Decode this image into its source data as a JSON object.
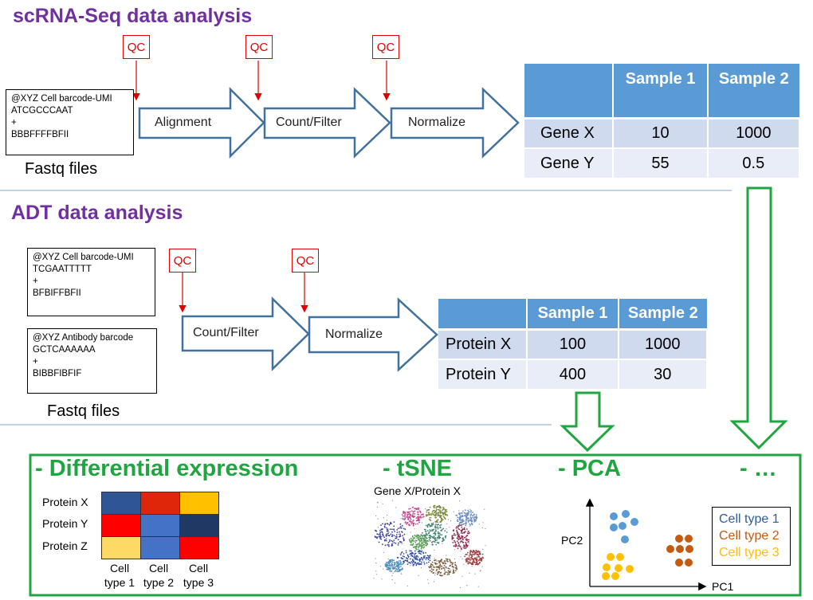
{
  "scrna": {
    "title": "scRNA-Seq data analysis",
    "fastq_lines": [
      "@XYZ Cell barcode-UMI",
      "ATCGCCCAAT",
      "+",
      "BBBFFFFBFII"
    ],
    "fastq_caption": "Fastq files",
    "steps": [
      "Alignment",
      "Count/Filter",
      "Normalize"
    ],
    "qc_label": "QC",
    "table": {
      "headers": [
        "",
        "Sample 1",
        "Sample 2"
      ],
      "rows": [
        [
          "Gene X",
          "10",
          "1000"
        ],
        [
          "Gene Y",
          "55",
          "0.5"
        ]
      ]
    }
  },
  "adt": {
    "title": "ADT data analysis",
    "fastq1_lines": [
      "@XYZ Cell barcode-UMI",
      "TCGAATTTTT",
      "+",
      "BFBIFFBFII"
    ],
    "fastq2_lines": [
      "@XYZ Antibody barcode",
      "GCTCAAAAAA",
      "+",
      "BIBBFIBFIF"
    ],
    "fastq_caption": "Fastq files",
    "steps": [
      "Count/Filter",
      "Normalize"
    ],
    "qc_label": "QC",
    "table": {
      "headers": [
        "",
        "Sample 1",
        "Sample 2"
      ],
      "rows": [
        [
          "Protein X",
          "100",
          "1000"
        ],
        [
          "Protein Y",
          "400",
          "30"
        ]
      ]
    }
  },
  "analysis": {
    "items": [
      "- Differential expression",
      "- tSNE",
      "- PCA",
      "- …"
    ],
    "heatmap": {
      "rows": [
        "Protein X",
        "Protein Y",
        "Protein Z"
      ],
      "cols": [
        [
          "Cell",
          "type 1"
        ],
        [
          "Cell",
          "type 2"
        ],
        [
          "Cell",
          "type 3"
        ]
      ],
      "colors": [
        [
          "#2f5597",
          "#e0260a",
          "#ffc000"
        ],
        [
          "#ff0000",
          "#4472c4",
          "#203864"
        ],
        [
          "#ffd966",
          "#4472c4",
          "#ff0000"
        ]
      ]
    },
    "tsne_title": "Gene X/Protein X",
    "pca": {
      "xlabel": "PC1",
      "ylabel": "PC2",
      "legend": [
        "Cell type 1",
        "Cell type 2",
        "Cell type 3"
      ],
      "legend_colors": [
        "#2e5d9f",
        "#c55a11",
        "#ffc000"
      ]
    }
  },
  "colors": {
    "title_purple": "#7030a0",
    "green": "#1fa640",
    "qc_red": "#e00000",
    "arrow_blue": "#41719c",
    "table_header": "#5b9bd5"
  }
}
